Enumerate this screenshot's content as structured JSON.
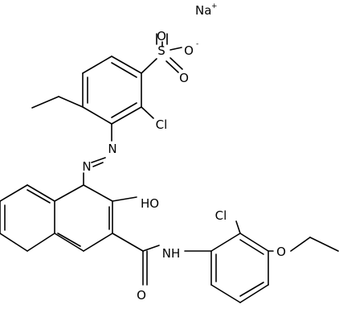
{
  "molecule": {
    "counter_ion": {
      "symbol": "Na",
      "charge": "+"
    },
    "atoms": {
      "sulfur": "S",
      "sulfonate_oxygen_top": "O",
      "sulfonate_oxygen_anion": "O",
      "sulfonate_oxygen_bottom": "O",
      "anion_charge": "-",
      "chloro_upper": "Cl",
      "azo_n1": "N",
      "azo_n2": "N",
      "hydroxyl": "HO",
      "amide_oxygen": "O",
      "amide_nh": "NH",
      "chloro_lower": "Cl",
      "ether_oxygen": "O"
    }
  }
}
